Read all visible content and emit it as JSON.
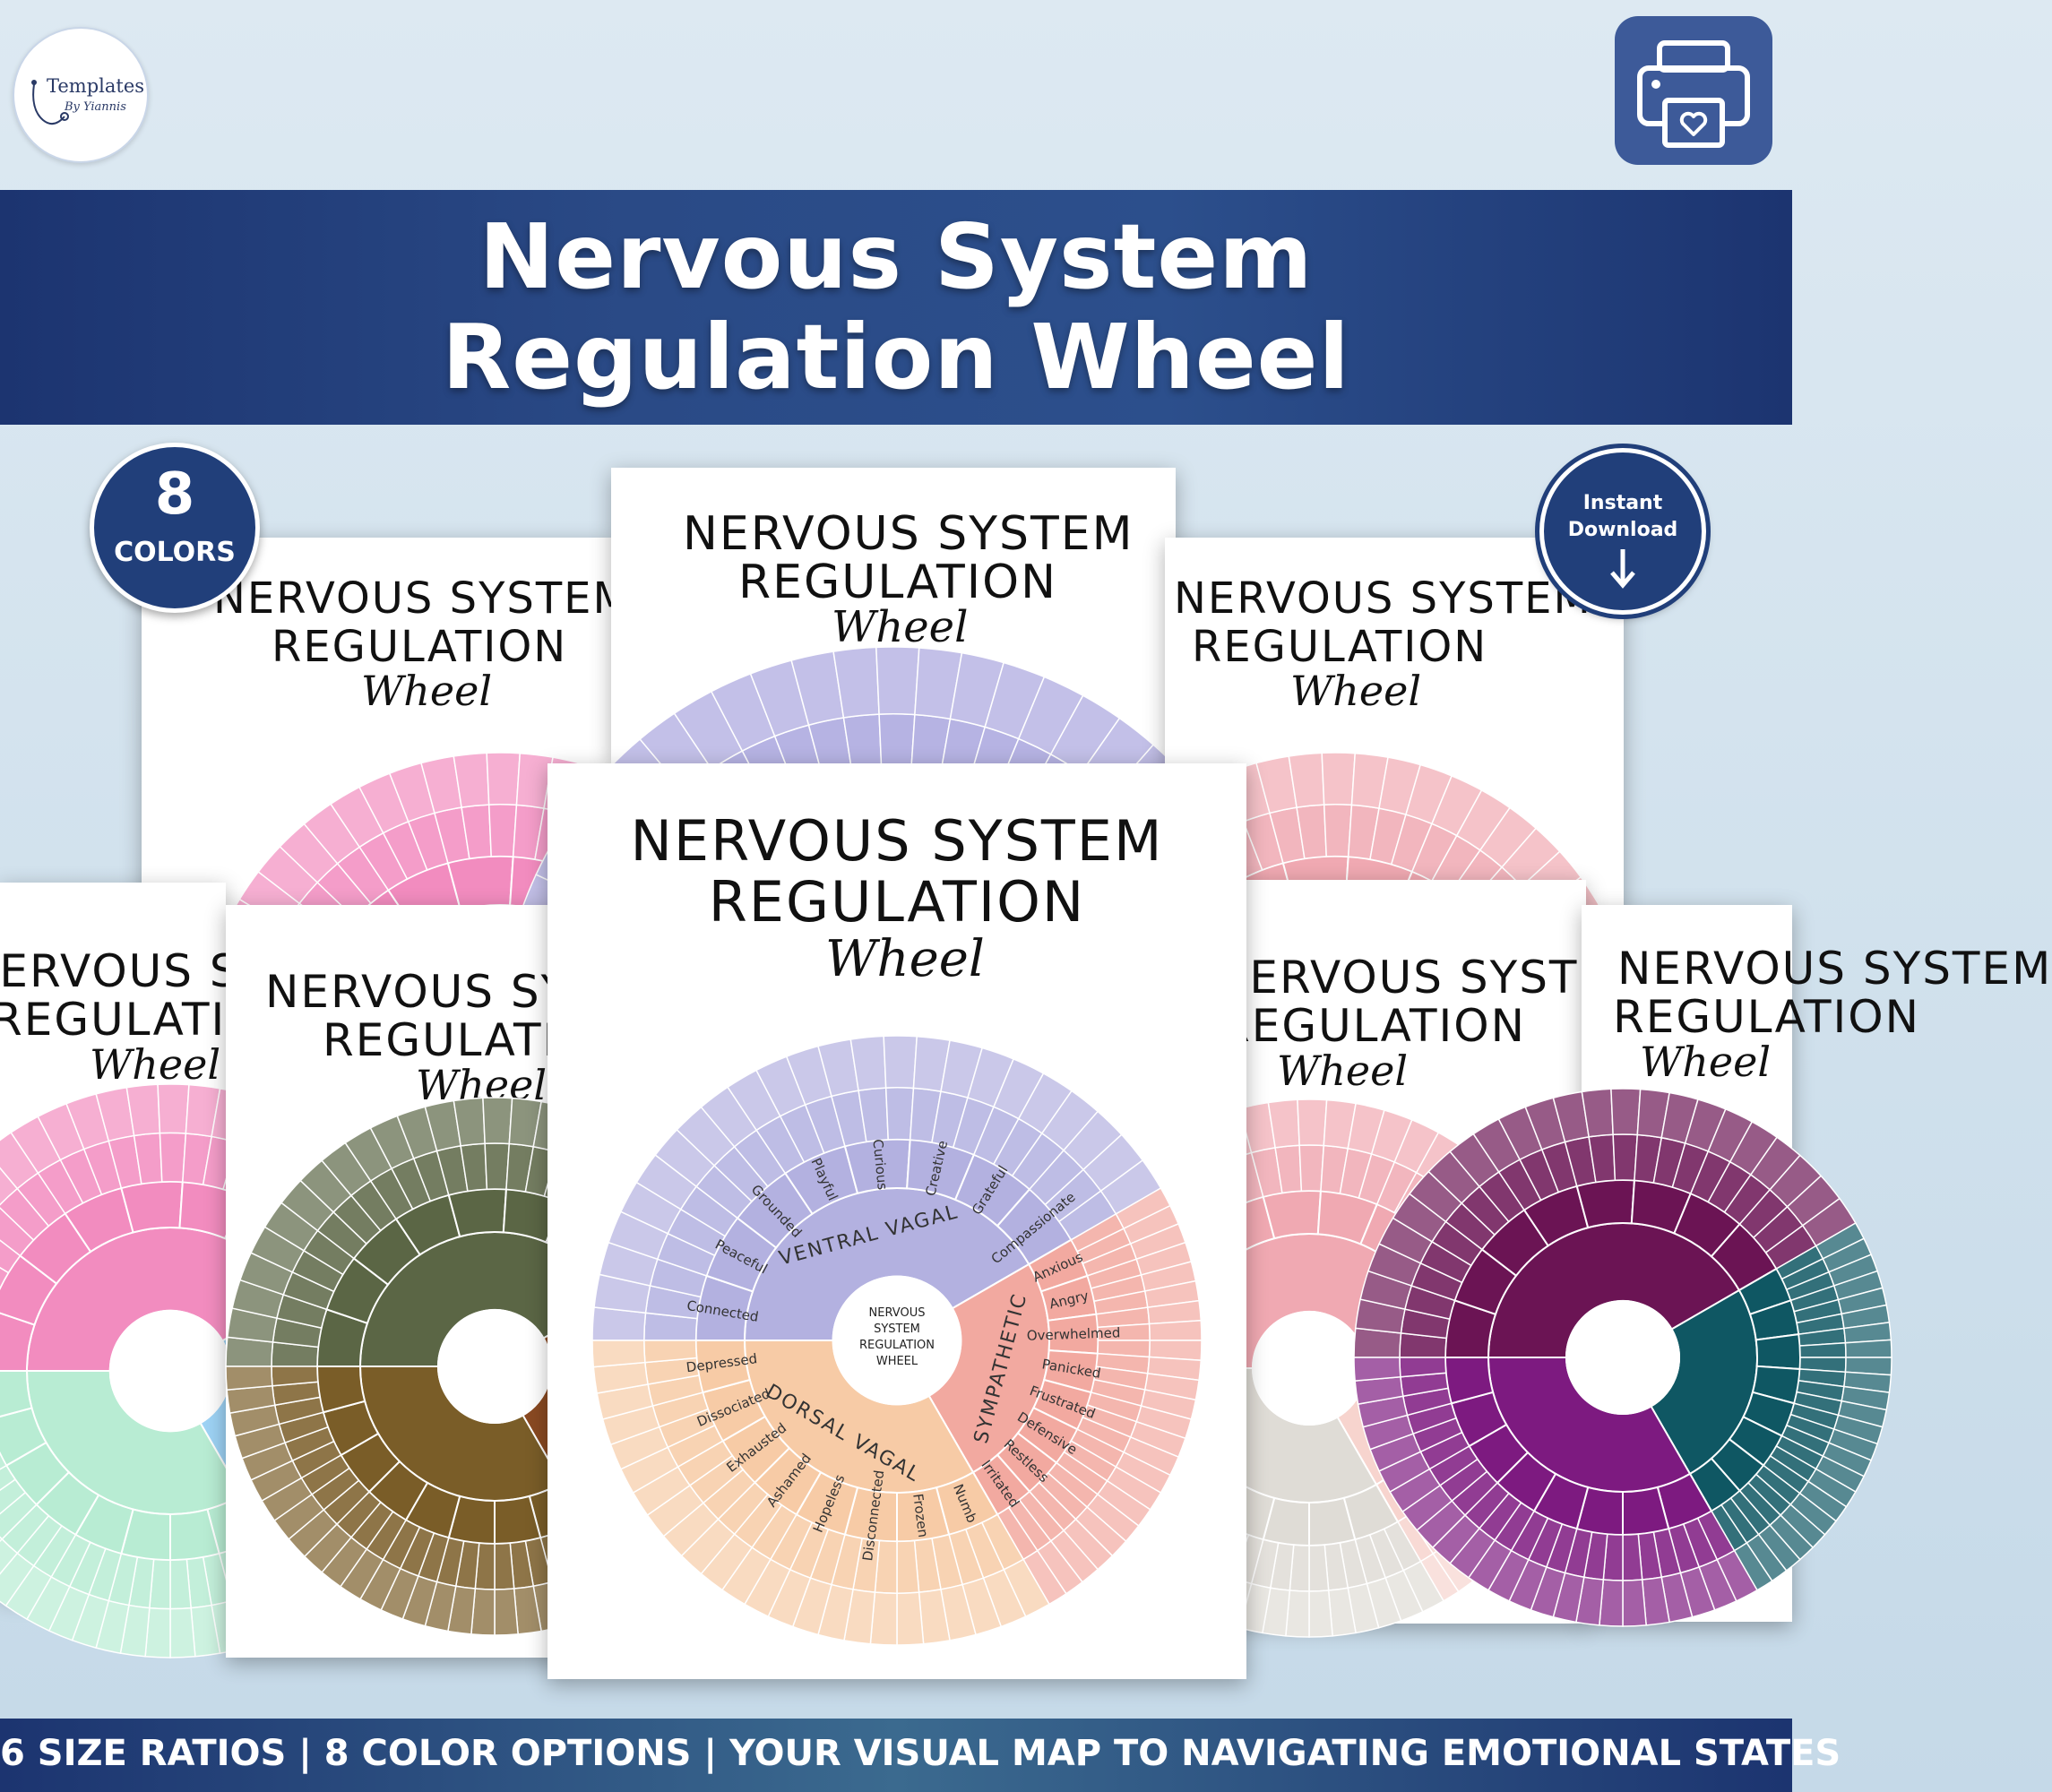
{
  "brand": {
    "logo_name": "Templates",
    "logo_sub": "By Yiannis"
  },
  "banner": {
    "line1": "Nervous System",
    "line2": "Regulation Wheel"
  },
  "card": {
    "title_line1": "NERVOUS SYSTEM",
    "title_line2": "REGULATION",
    "script_word": "Wheel",
    "center_label_1": "NERVOUS",
    "center_label_2": "SYSTEM",
    "center_label_3": "REGULATION",
    "center_label_4": "WHEEL",
    "zone_ventral": "VENTRAL VAGAL",
    "zone_sympathetic": "SYMPATHETIC",
    "zone_dorsal": "DORSAL VAGAL"
  },
  "ventral_emotions": [
    "Connected",
    "Peaceful",
    "Grounded",
    "Playful",
    "Curious",
    "Creative",
    "Grateful",
    "Compassionate"
  ],
  "sympathetic_emotions": [
    "Anxious",
    "Angry",
    "Overwhelmed",
    "Panicked",
    "Frustrated",
    "Defensive",
    "Restless",
    "Irritated"
  ],
  "dorsal_emotions": [
    "Numb",
    "Frozen",
    "Disconnected",
    "Hopeless",
    "Ashamed",
    "Exhausted",
    "Dissociated",
    "Depressed"
  ],
  "badge_colors": {
    "number": "8",
    "label": "COLORS"
  },
  "badge_download": {
    "line1": "Instant",
    "line2": "Download"
  },
  "footer": {
    "text": "6 SIZE RATIOS | 8 COLOR OPTIONS | YOUR VISUAL MAP TO NAVIGATING EMOTIONAL STATES"
  },
  "palettes": {
    "main": {
      "ventral": "#b3b1e0",
      "sympathetic": "#f2a9a0",
      "dorsal": "#f7cba6",
      "ventral_dark": "#9c99d6",
      "sympathetic_dark": "#ee978c",
      "dorsal_dark": "#f3b98b"
    },
    "pink": {
      "ventral": "#f28cbf",
      "sympathetic": "#9ed3f5",
      "dorsal": "#b8ecd3"
    },
    "olive": {
      "ventral": "#5b6645",
      "sympathetic": "#8a4a22",
      "dorsal": "#7a5d28"
    },
    "blush": {
      "ventral": "#f0a9b2",
      "sympathetic": "#f7d4ce",
      "dorsal": "#dfdcd6"
    },
    "jewel": {
      "ventral": "#6b1454",
      "sympathetic": "#0f5763",
      "dorsal": "#7d1a80"
    },
    "lavender": {
      "ventral": "#a9a5de",
      "sympathetic": "#f2a9a0",
      "dorsal": "#f7cba6"
    }
  }
}
